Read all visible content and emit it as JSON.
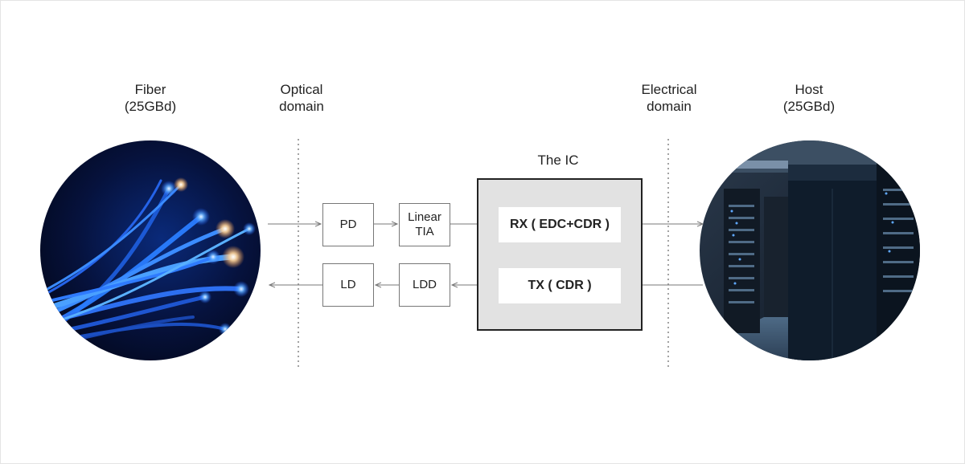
{
  "labels": {
    "fiber": {
      "line1": "Fiber",
      "line2": "(25GBd)"
    },
    "optical": {
      "line1": "Optical",
      "line2": "domain"
    },
    "electrical": {
      "line1": "Electrical",
      "line2": "domain"
    },
    "host": {
      "line1": "Host",
      "line2": "(25GBd)"
    },
    "ic_title": "The IC"
  },
  "blocks": {
    "pd": "PD",
    "tia_line1": "Linear",
    "tia_line2": "TIA",
    "ld": "LD",
    "ldd": "LDD",
    "rx": "RX ( EDC+CDR )",
    "tx": "TX ( CDR )"
  },
  "images": {
    "fiber": "fiber-optic-bundle-photo",
    "host": "server-racks-photo"
  },
  "colors": {
    "ic_fill": "#e2e2e2",
    "ic_border": "#222222",
    "arrow": "#777777",
    "fiber_glow": "#2f7bff",
    "server_dark": "#0f1c2b"
  }
}
